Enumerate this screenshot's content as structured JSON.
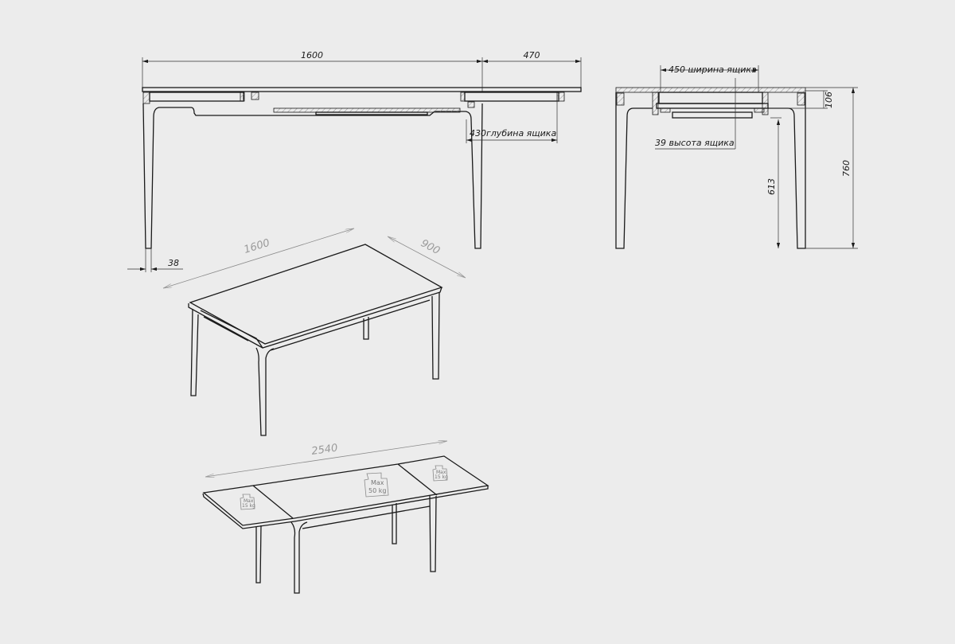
{
  "front_view": {
    "dim_length": "1600",
    "dim_extension": "470",
    "dim_drawer_depth": "430глубина ящика",
    "dim_leg": "38"
  },
  "side_view": {
    "dim_drawer_width": "450 ширина ящика",
    "dim_drawer_height": "39 высота ящика",
    "dim_apron": "106",
    "dim_clearance": "613",
    "dim_height": "760"
  },
  "iso_closed": {
    "dim_length": "1600",
    "dim_width": "900"
  },
  "iso_extended": {
    "dim_length": "2540",
    "load_center": {
      "line1": "Max",
      "line2": "50 kg"
    },
    "load_left": {
      "line1": "Max",
      "line2": "15 kg"
    },
    "load_right": {
      "line1": "Max",
      "line2": "15 kg"
    }
  },
  "colors": {
    "background": "#ececec",
    "line": "#1a1a1a",
    "dim_gray": "#8a8a8a"
  }
}
